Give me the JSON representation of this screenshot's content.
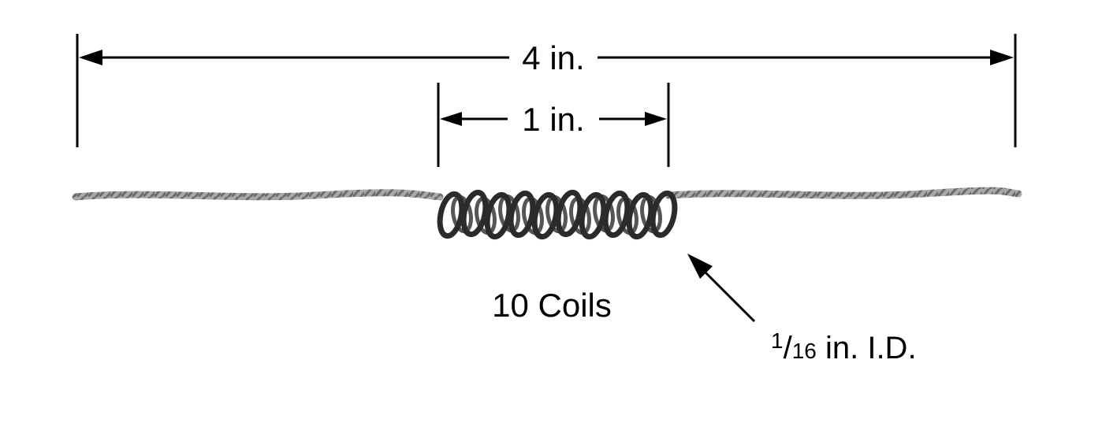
{
  "diagram": {
    "type": "technical-dimension-drawing",
    "subject": "twisted wire filament with center coil",
    "overall_dimension_label": "4 in.",
    "coil_dimension_label": "1 in.",
    "coil_count_label": "10 Coils",
    "coil_count": 10,
    "inner_diameter": {
      "numerator": "1",
      "slash": "/",
      "denominator": "16",
      "suffix": " in. I.D."
    },
    "colors": {
      "line": "#000000",
      "text": "#000000",
      "wire_light": "#a8a8a8",
      "wire_dark": "#6b6b6b",
      "coil_dark": "#2b2b2b",
      "coil_mid": "#565656",
      "background": "#ffffff"
    }
  }
}
